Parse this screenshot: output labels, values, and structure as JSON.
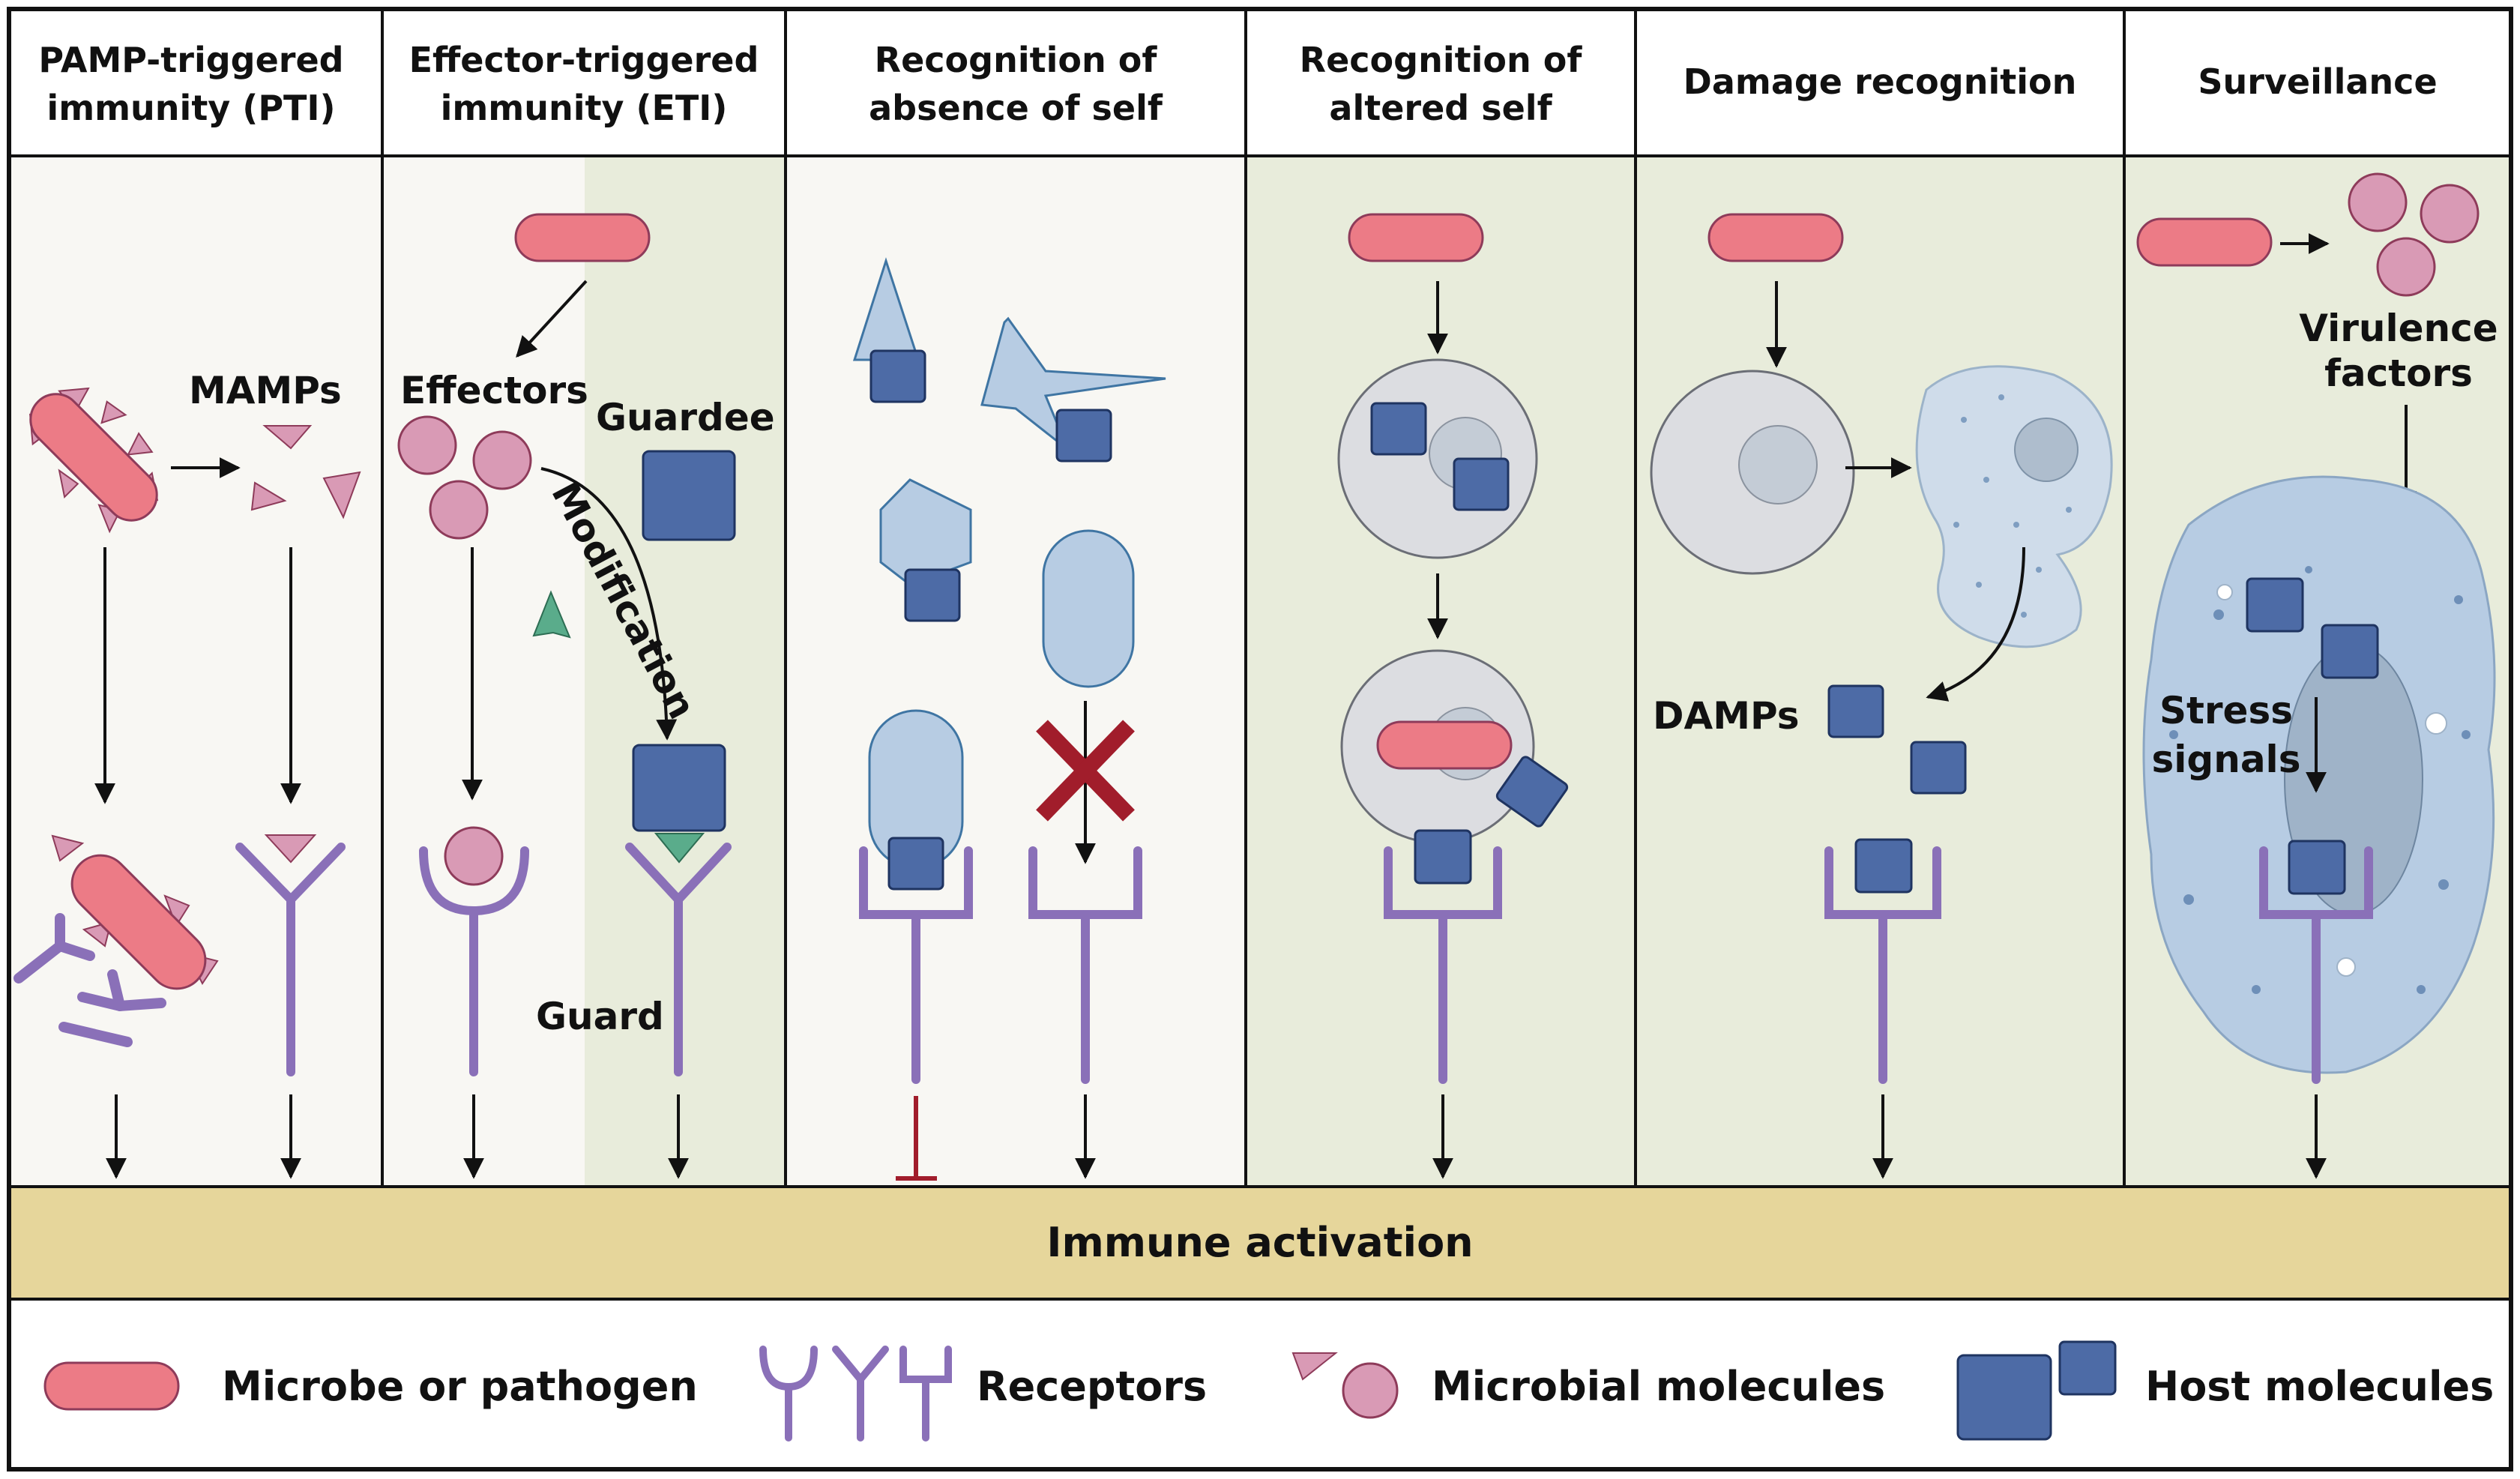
{
  "columns": [
    {
      "title_lines": [
        "PAMP-triggered",
        "immunity (PTI)"
      ]
    },
    {
      "title_lines": [
        "Effector-triggered",
        "immunity (ETI)"
      ]
    },
    {
      "title_lines": [
        "Recognition of",
        "absence of self"
      ]
    },
    {
      "title_lines": [
        "Recognition of",
        "altered self"
      ]
    },
    {
      "title_lines": [
        "Damage recognition"
      ]
    },
    {
      "title_lines": [
        "Surveillance"
      ]
    }
  ],
  "labels": {
    "mamps": "MAMPs",
    "effectors": "Effectors",
    "guardee": "Guardee",
    "modification": "Modification",
    "guard": "Guard",
    "damps": "DAMPs",
    "virulence_line1": "Virulence",
    "virulence_line2": "factors",
    "stress_line1": "Stress",
    "stress_line2": "signals"
  },
  "activation_bar": "Immune activation",
  "legend": {
    "microbe": "Microbe or pathogen",
    "receptors": "Receptors",
    "microbial_molecules": "Microbial molecules",
    "host_molecules": "Host molecules"
  },
  "colors": {
    "bg_light": "#f8f7f3",
    "bg_green": "#e8ecdb",
    "activation": "#e6d69b",
    "receptor": "#8a70b8",
    "receptor_dark": "#5b4a8c",
    "host": "#4d6ba6",
    "host_dark": "#1f3461",
    "microbial": "#d99ab5",
    "microbe": "#ec7b86",
    "light_blue": "#b7cce3",
    "teal": "#5aac8b",
    "inhibit": "#a11d2b",
    "cell": "#dcdde1"
  }
}
